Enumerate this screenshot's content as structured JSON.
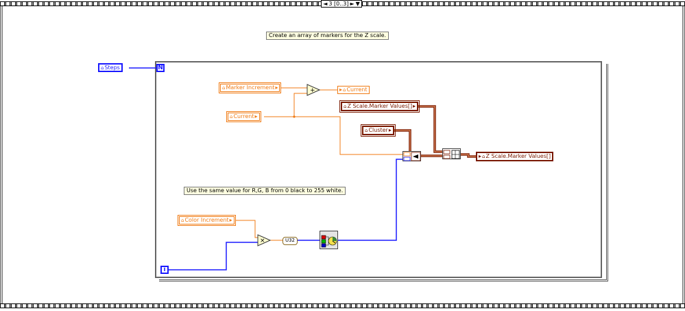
{
  "case_selector": {
    "label": "3 [0..3]",
    "left_arrow": "◄",
    "right_arrow": "►",
    "dropdown": "▼"
  },
  "comments": {
    "top": "Create an array of markers for the Z scale.",
    "middle": "Use the same value for R,G, B from 0 black to 255 white."
  },
  "nodes": {
    "steps": "Steps",
    "marker_increment": "Marker Increment",
    "current_out": "Current",
    "current_in": "Current",
    "z_marker_values_in": "Z Scale.Marker Values[]",
    "cluster": "Cluster",
    "z_marker_values_out": "Z Scale.Marker Values[]",
    "color_increment": "Color Increment"
  },
  "terminals": {
    "count": "N",
    "iteration": "i"
  },
  "functions": {
    "add": "+",
    "multiply": "×",
    "u32": "U32"
  },
  "colors": {
    "integer_wire": "#1a1aff",
    "double_wire": "#f07a12",
    "cluster_wire": "#7a1a00",
    "comment_bg": "#ffffe1"
  },
  "icons": {
    "local_variable": "home-icon",
    "rgb_to_color": "rgb-to-color-icon",
    "bundle": "bundle-by-name-icon",
    "build_array": "build-array-icon"
  }
}
